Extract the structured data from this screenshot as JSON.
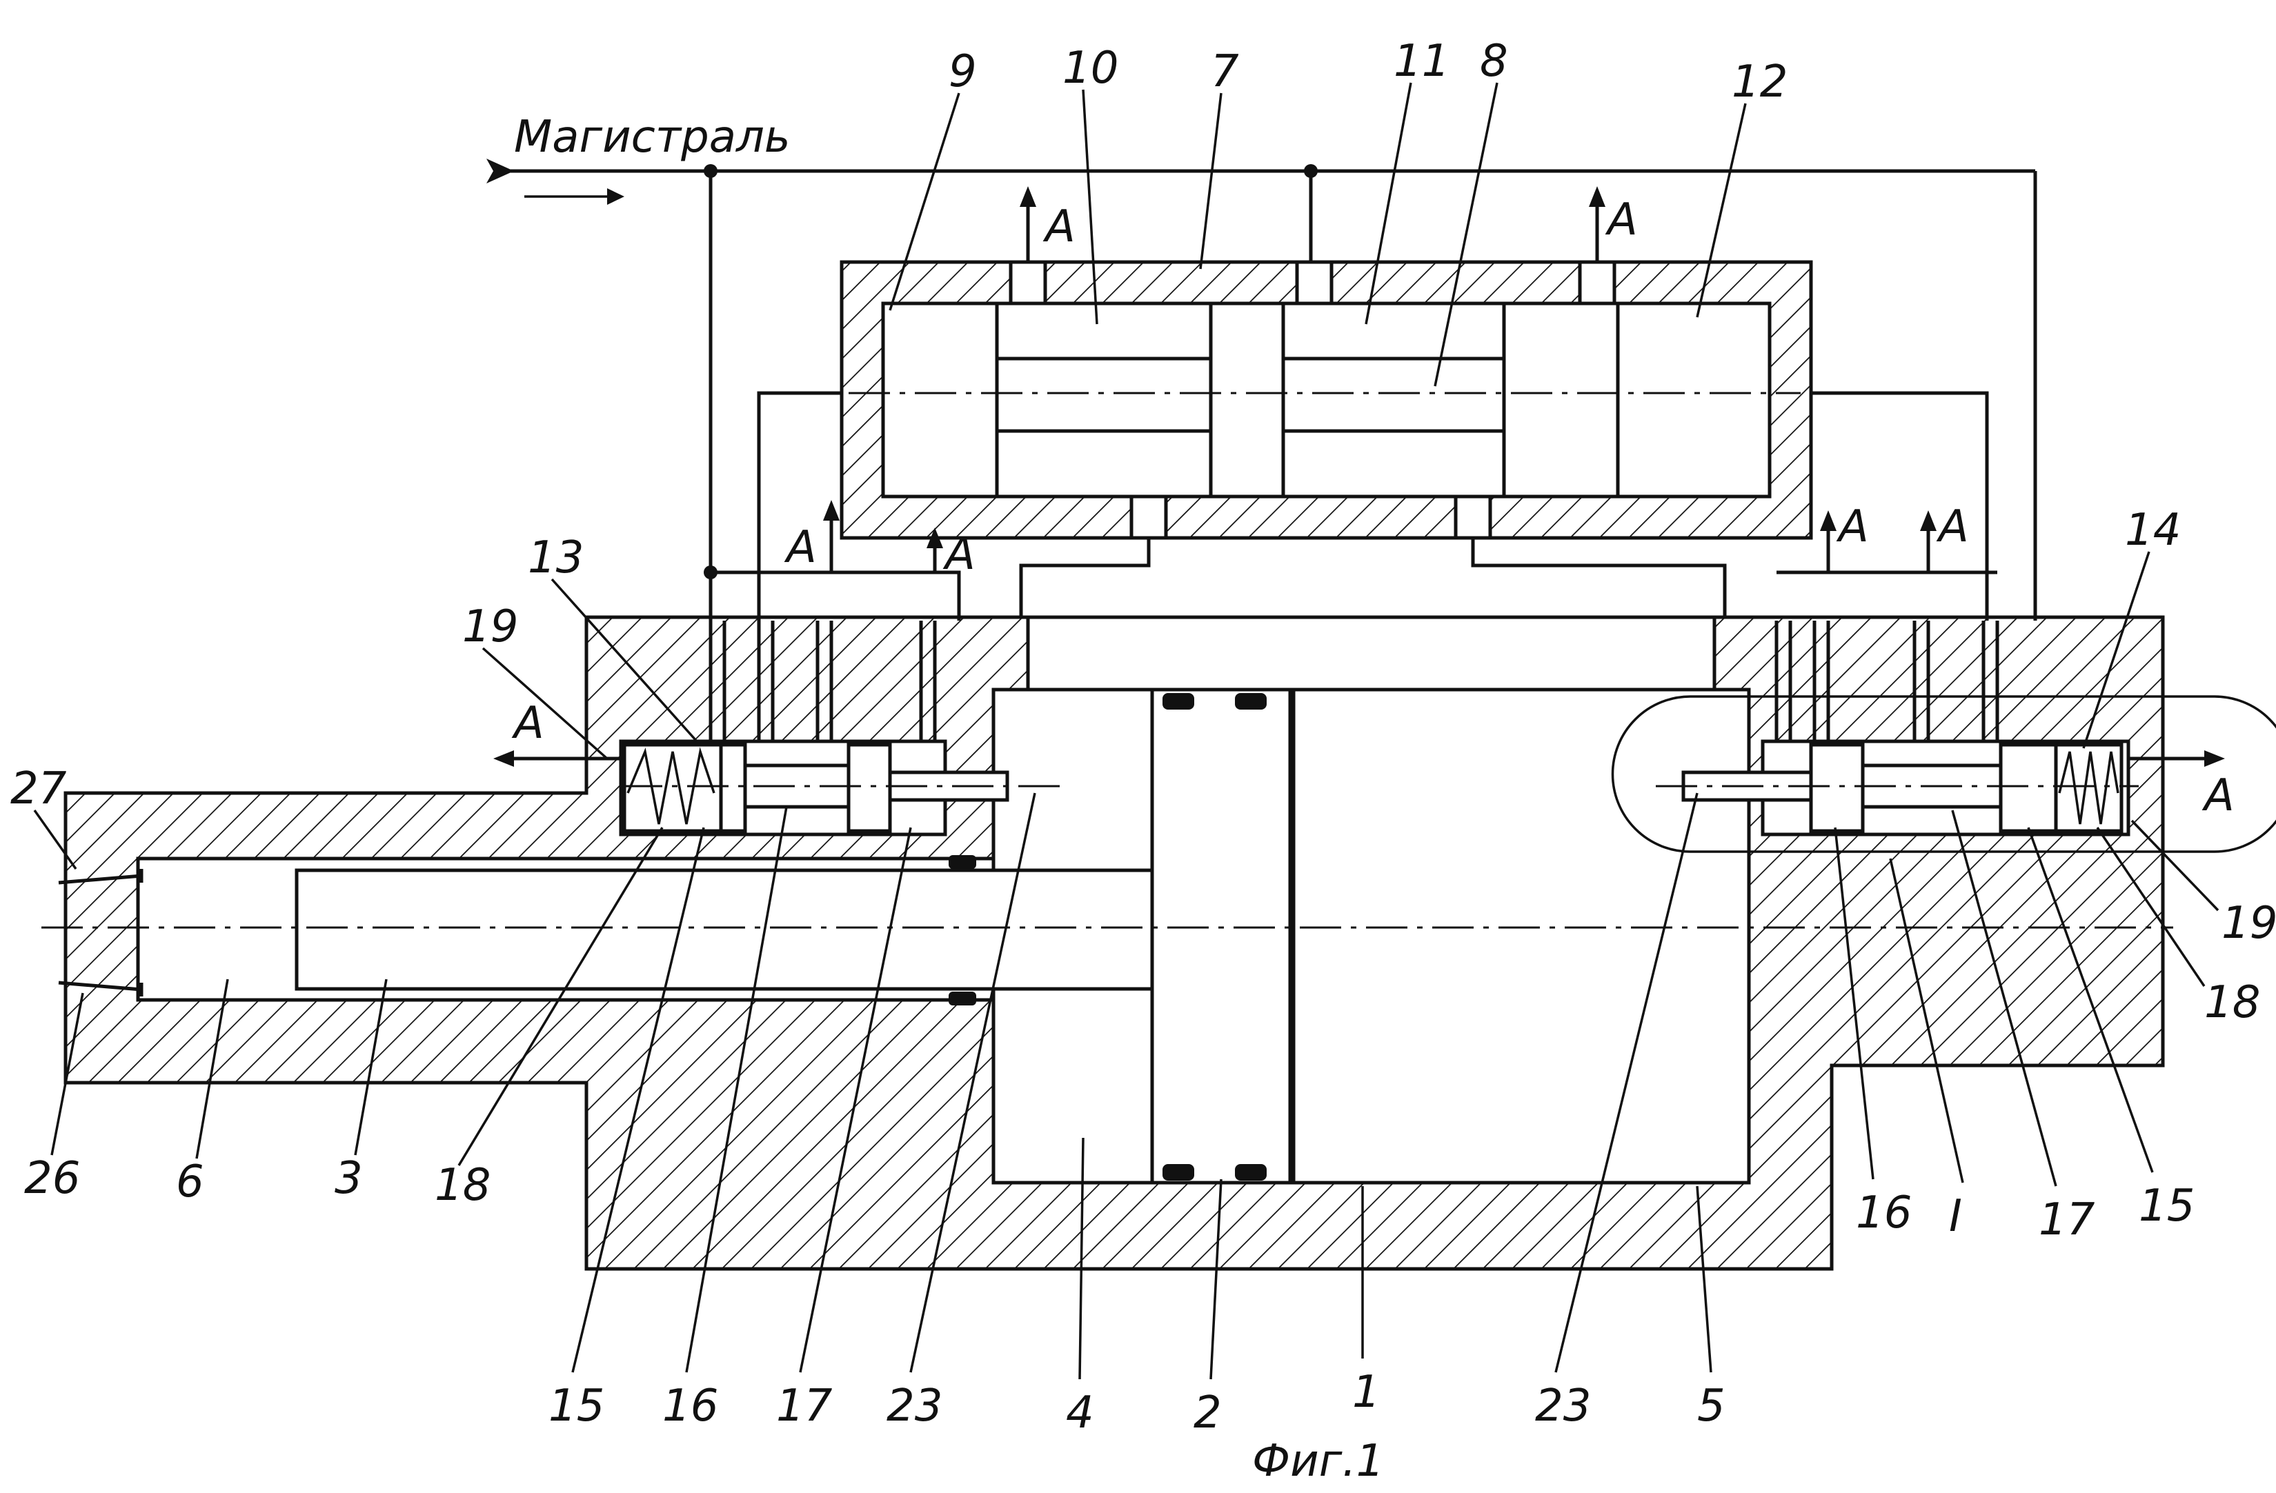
{
  "figure": {
    "caption": "Фиг.1",
    "line_label": "Магистраль",
    "exhaust_label": "A"
  },
  "callouts": {
    "c1": "1",
    "c2": "2",
    "c3": "3",
    "c4": "4",
    "c5": "5",
    "c6": "6",
    "c7": "7",
    "c8": "8",
    "c9": "9",
    "c10": "10",
    "c11": "11",
    "c12": "12",
    "c13": "13",
    "c14": "14",
    "c15_left": "15",
    "c15_right": "15",
    "c16_left": "16",
    "c16_right": "16",
    "c17_left": "17",
    "c17_right": "17",
    "c18_left": "18",
    "c18_right": "18",
    "c19_left": "19",
    "c19_right": "19",
    "c23_left": "23",
    "c23_right": "23",
    "c26": "26",
    "c27": "27",
    "detail_I": "I"
  }
}
